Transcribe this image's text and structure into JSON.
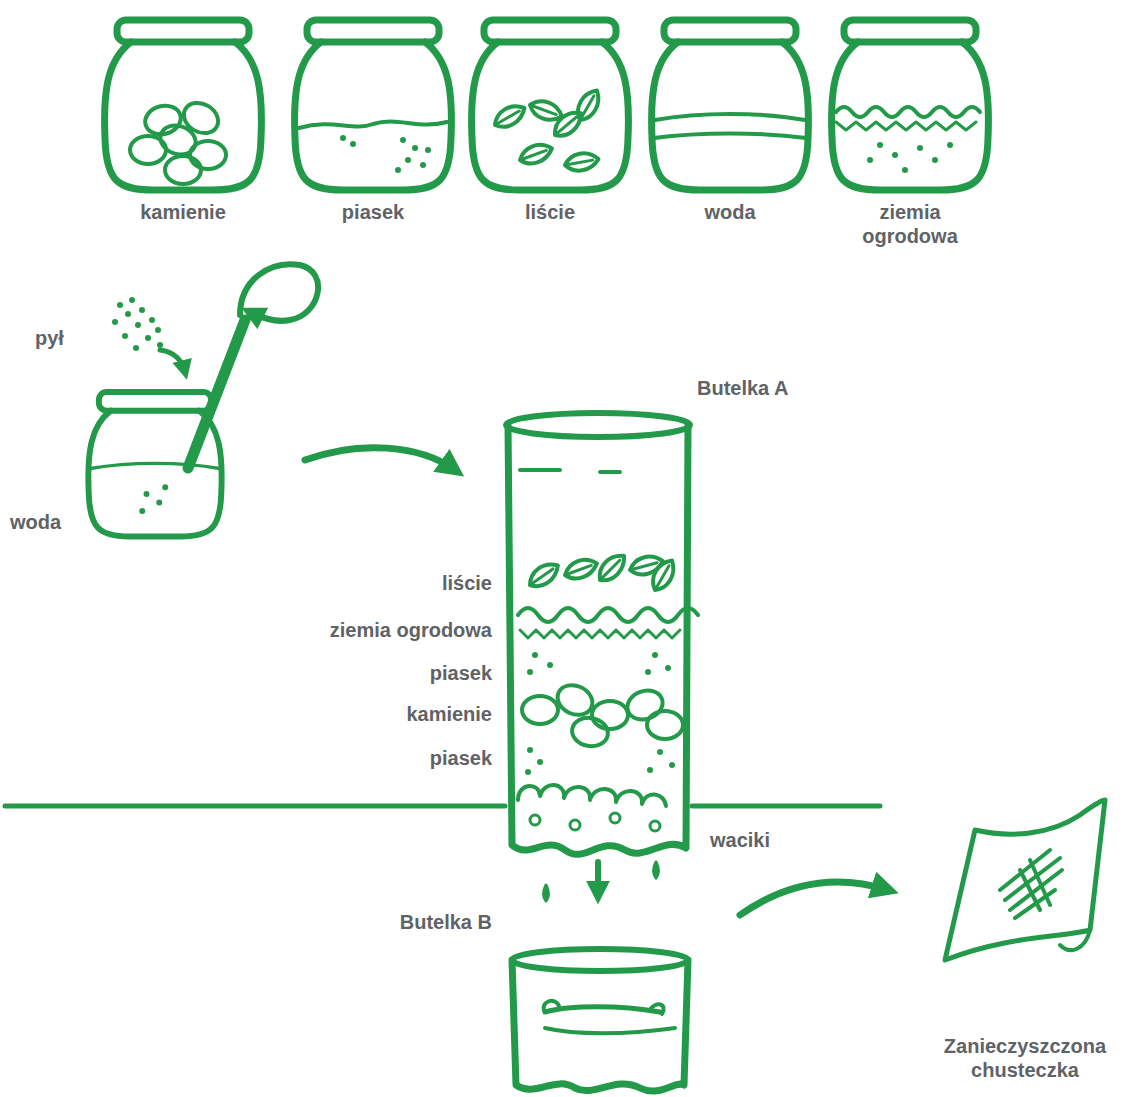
{
  "diagram": {
    "labels": [
      "kamienie",
      "piasek",
      "liście",
      "woda",
      "ziemia ogrodowa",
      "pył",
      "Butelka A",
      "woda",
      "liście",
      "ziemia ogrodowa",
      "piasek",
      "kamienie",
      "piasek",
      "waciki",
      "Butelka B",
      "Zanieczyszczona chusteczka"
    ]
  }
}
